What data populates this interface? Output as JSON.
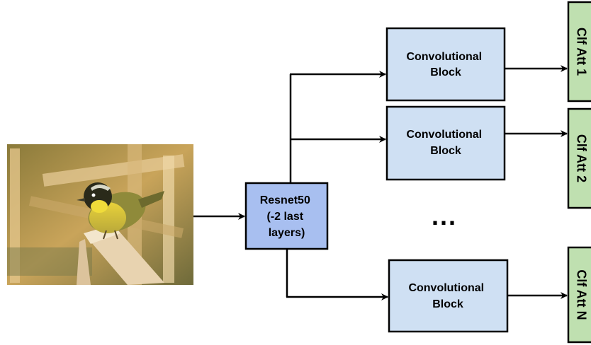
{
  "input_image": {
    "subject": "bird-photo"
  },
  "backbone": {
    "lines": [
      "Resnet50",
      "(-2 last",
      "layers)"
    ],
    "fill": "#a8bff0"
  },
  "conv_blocks": [
    {
      "lines": [
        "Convolutional",
        "Block"
      ]
    },
    {
      "lines": [
        "Convolutional",
        "Block"
      ]
    },
    {
      "lines": [
        "Convolutional",
        "Block"
      ]
    }
  ],
  "conv_fill": "#cfe0f3",
  "ellipsis": "...",
  "classifiers": [
    {
      "label": "Clf Att 1"
    },
    {
      "label": "Clf Att 2"
    },
    {
      "label": "Clf Att N"
    }
  ],
  "classifier_fill": "#bfe0b0"
}
